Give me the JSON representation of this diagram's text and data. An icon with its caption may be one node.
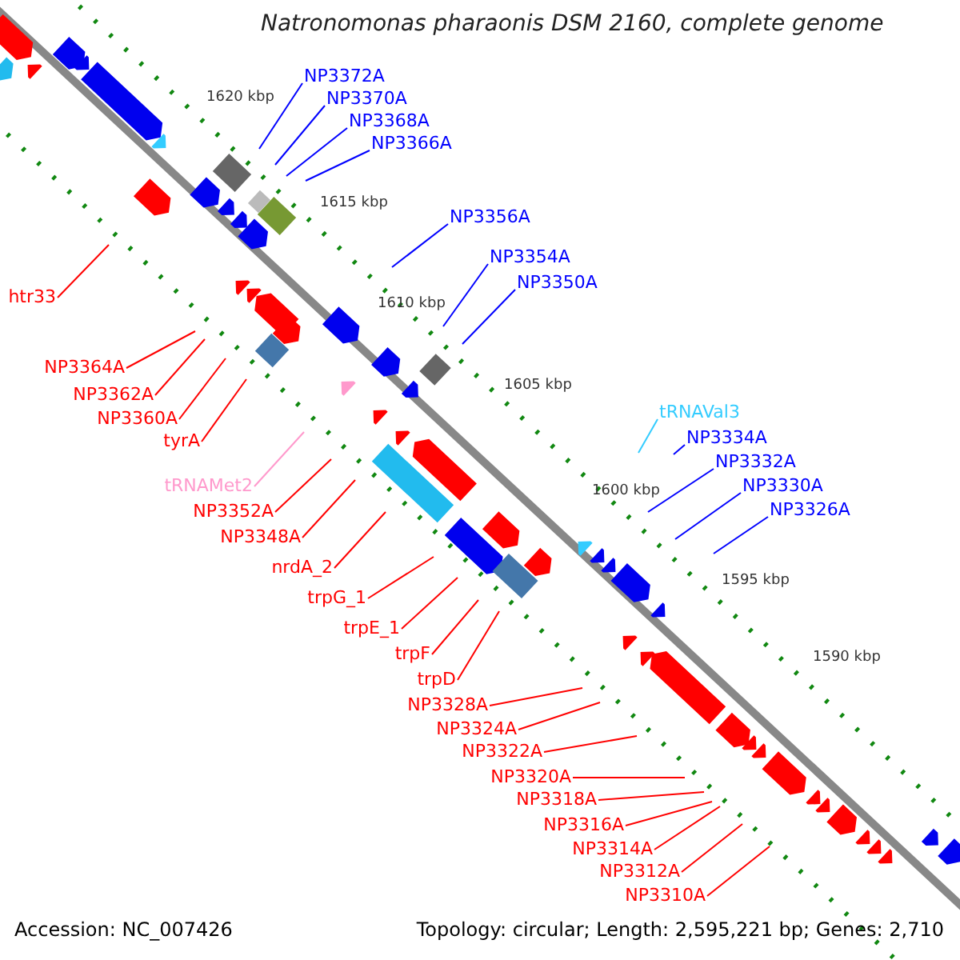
{
  "diagram": {
    "title": "Natronomonas pharaonis DSM 2160, complete genome",
    "nodes": [
      {
        "text": [
          "NP3372A"
        ]
      },
      {
        "text": [
          "NP3370A"
        ]
      },
      {
        "text": [
          "NP3368A"
        ]
      },
      {
        "text": [
          "NP3366A"
        ]
      },
      {
        "text": [
          "NP3356A"
        ]
      },
      {
        "text": [
          "NP3354A"
        ]
      },
      {
        "text": [
          "NP3350A"
        ]
      },
      {
        "text": [
          "tRNAVal3"
        ]
      },
      {
        "text": [
          "NP3334A"
        ]
      },
      {
        "text": [
          "NP3332A"
        ]
      },
      {
        "text": [
          "NP3330A"
        ]
      },
      {
        "text": [
          "NP3326A"
        ]
      },
      {
        "text": [
          "htr33"
        ]
      },
      {
        "text": [
          "NP3364A"
        ]
      },
      {
        "text": [
          "NP3362A"
        ]
      },
      {
        "text": [
          "NP3360A"
        ]
      },
      {
        "text": [
          "tyrA"
        ]
      },
      {
        "text": [
          "tRNAMet2"
        ]
      },
      {
        "text": [
          "NP3352A"
        ]
      },
      {
        "text": [
          "NP3348A"
        ]
      },
      {
        "text": [
          "nrdA_2"
        ]
      },
      {
        "text": [
          "trpG_1"
        ]
      },
      {
        "text": [
          "trpE_1"
        ]
      },
      {
        "text": [
          "trpF"
        ]
      },
      {
        "text": [
          "trpD"
        ]
      },
      {
        "text": [
          "NP3328A"
        ]
      },
      {
        "text": [
          "NP3324A"
        ]
      },
      {
        "text": [
          "NP3322A"
        ]
      },
      {
        "text": [
          "NP3320A"
        ]
      },
      {
        "text": [
          "NP3318A"
        ]
      },
      {
        "text": [
          "NP3316A"
        ]
      },
      {
        "text": [
          "NP3314A"
        ]
      },
      {
        "text": [
          "NP3312A"
        ]
      },
      {
        "text": [
          "NP3310A"
        ]
      }
    ],
    "edges": [
      {
        "from": 0,
        "to": null,
        "arrow": "none",
        "color": "#0000ff"
      },
      {
        "from": 1,
        "to": null,
        "arrow": "none",
        "color": "#0000ff"
      },
      {
        "from": 2,
        "to": null,
        "arrow": "none",
        "color": "#0000ff"
      },
      {
        "from": 3,
        "to": null,
        "arrow": "none",
        "color": "#0000ff"
      },
      {
        "from": 4,
        "to": null,
        "arrow": "none",
        "color": "#0000ff"
      },
      {
        "from": 5,
        "to": null,
        "arrow": "none",
        "color": "#0000ff"
      },
      {
        "from": 6,
        "to": null,
        "arrow": "none",
        "color": "#0000ff"
      },
      {
        "from": 7,
        "to": null,
        "arrow": "none",
        "color": "#33ccff"
      },
      {
        "from": 8,
        "to": null,
        "arrow": "none",
        "color": "#0000ff"
      },
      {
        "from": 9,
        "to": null,
        "arrow": "none",
        "color": "#0000ff"
      },
      {
        "from": 10,
        "to": null,
        "arrow": "none",
        "color": "#0000ff"
      },
      {
        "from": 11,
        "to": null,
        "arrow": "none",
        "color": "#0000ff"
      },
      {
        "from": 12,
        "to": null,
        "arrow": "none"
      },
      {
        "from": 13,
        "to": null,
        "arrow": "none"
      },
      {
        "from": 14,
        "to": null,
        "arrow": "none"
      },
      {
        "from": 15,
        "to": null,
        "arrow": "none"
      },
      {
        "from": 16,
        "to": null,
        "arrow": "none"
      },
      {
        "from": 17,
        "to": null,
        "arrow": "none",
        "color": "#ff99cc"
      },
      {
        "from": 18,
        "to": null,
        "arrow": "none"
      },
      {
        "from": 19,
        "to": null,
        "arrow": "none"
      },
      {
        "from": 20,
        "to": null,
        "arrow": "none"
      },
      {
        "from": 21,
        "to": null,
        "arrow": "none"
      },
      {
        "from": 22,
        "to": null,
        "arrow": "none"
      },
      {
        "from": 23,
        "to": null,
        "arrow": "none"
      },
      {
        "from": 24,
        "to": null,
        "arrow": "none"
      },
      {
        "from": 25,
        "to": null,
        "arrow": "none"
      },
      {
        "from": 26,
        "to": null,
        "arrow": "none"
      },
      {
        "from": 27,
        "to": null,
        "arrow": "none"
      },
      {
        "from": 28,
        "to": null,
        "arrow": "none"
      },
      {
        "from": 29,
        "to": null,
        "arrow": "none"
      },
      {
        "from": 30,
        "to": null,
        "arrow": "none"
      },
      {
        "from": 31,
        "to": null,
        "arrow": "none"
      },
      {
        "from": 32,
        "to": null,
        "arrow": "none"
      },
      {
        "from": 33,
        "to": null,
        "arrow": "none"
      }
    ],
    "labels": [
      "1620 kbp",
      "1615 kbp",
      "1610 kbp",
      "1605 kbp",
      "1600 kbp",
      "1595 kbp",
      "1590 kbp",
      "Accession: NC_007426",
      "Topology: circular; Length: 2,595,221 bp; Genes: 2,710"
    ]
  }
}
